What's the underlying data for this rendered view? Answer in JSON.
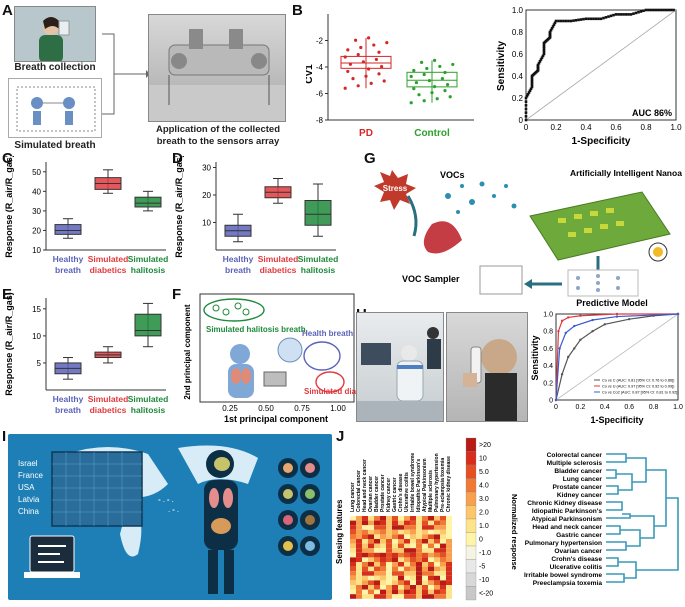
{
  "panels": {
    "A": "A",
    "B": "B",
    "C": "C",
    "D": "D",
    "E": "E",
    "F": "F",
    "G": "G",
    "H": "H",
    "I": "I",
    "J": "J"
  },
  "panelA": {
    "breath_collection": "Breath collection",
    "simulated_breath": "Simulated breath",
    "application": "Application of the collected",
    "application2": "breath to the sensors array"
  },
  "panelB": {
    "ylabel": "CV1",
    "yticks": [
      "-2",
      "-4",
      "-6",
      "-8"
    ],
    "groups": [
      "PD",
      "Control"
    ],
    "group_colors": [
      "#d62728",
      "#2ca02c"
    ],
    "roc_ylabel": "Sensitivity",
    "roc_xlabel": "1-Specificity",
    "roc_ticks": [
      "0",
      "0.2",
      "0.4",
      "0.6",
      "0.8",
      "1.0"
    ],
    "roc_yticks": [
      "0",
      "0.2",
      "0.4",
      "0.6",
      "0.8",
      "1.0"
    ],
    "auc": "AUC 86%"
  },
  "response_ylabel": "Response (R",
  "response_ylabel_full": "Response (R_air/R_gas)",
  "panelC": {
    "yticks": [
      "50",
      "40",
      "30",
      "20",
      "10"
    ],
    "cats": [
      "Healthy breath",
      "Simulated diabetics",
      "Simulated halitosis"
    ]
  },
  "panelD": {
    "yticks": [
      "30",
      "20",
      "10"
    ],
    "cats": [
      "Healthy breath",
      "Simulated diabetics",
      "Simulated halitosis"
    ]
  },
  "panelE": {
    "yticks": [
      "15",
      "10",
      "5"
    ],
    "cats": [
      "Healthy breath",
      "Simulated diabetics",
      "Simulated halitosis"
    ]
  },
  "panelF": {
    "ylabel": "2nd principal component",
    "xlabel": "1st principal component",
    "xticks": [
      "0.25",
      "0.50",
      "0.75",
      "1.00"
    ],
    "halitosis": "Simulated halitosis breath",
    "health": "Health breath",
    "diabetics": "Simulated diabetics breath"
  },
  "panelG": {
    "stress": "Stress",
    "vocs": "VOCs",
    "nanoarray": "Artificially Intelligent Nanoarray",
    "sampler": "VOC Sampler",
    "model": "Predictive Model"
  },
  "panelH": {
    "ylabel": "Sensitivity",
    "xlabel": "1-Specificity",
    "ticks": [
      "0",
      "0.2",
      "0.4",
      "0.6",
      "0.8",
      "1.0"
    ],
    "legend": [
      "Co vs C (AUC: 0.81 [95% CI: 0.76 to 0.86])",
      "Co vs U (AUC: 0.97 [95% CI: 0.92 to 0.99])",
      "Co vs Co2 (AUC: 0.87 [95% CI: 0.81 to 0.92])"
    ]
  },
  "panelI": {
    "countries": [
      "Israel",
      "France",
      "USA",
      "Latvia",
      "China"
    ]
  },
  "panelJ": {
    "ylabel": "Sensing features",
    "cbar_label": "Normalized response",
    "cbar_ticks": [
      ">20",
      "10",
      "5.0",
      "4.0",
      "3.0",
      "2.0",
      "1.0",
      "0",
      "-1.0",
      "-5",
      "-10",
      "<-20"
    ],
    "columns": [
      "Lung cancer",
      "Colorectal cancer",
      "Head and neck cancer",
      "Ovarian cancer",
      "Bladder cancer",
      "Prostate cancer",
      "Kidney cancer",
      "Gastric cancer",
      "Crohn's disease",
      "Ulcerative colitis",
      "Irritable bowel syndrome",
      "Idiopathic Parkinson's",
      "Atypical Parkinsonism",
      "Multiple sclerosis",
      "Pulmonary hypertension",
      "Pre-eclampsia toxemia",
      "Chronic kidney disease"
    ],
    "dendro_labels": [
      "Colorectal cancer",
      "Multiple sclerosis",
      "Bladder cancer",
      "Lung cancer",
      "Prostate cancer",
      "Kidney cancer",
      "Chronic Kidney disease",
      "Idiopathic Parkinson's",
      "Atypical Parkinsonism",
      "Head and neck cancer",
      "Gastric cancer",
      "Pulmonary hypertension",
      "Ovarian cancer",
      "Crohn's disease",
      "Ulcerative colitis",
      "Irritable bowel syndrome",
      "Preeclampsia toxemia"
    ]
  },
  "colors": {
    "healthy": "#5b63b8",
    "diabetic": "#e0393e",
    "halitosis": "#1e8a3c",
    "dendro": "#3a9ab8"
  },
  "chart_data": [
    {
      "type": "box",
      "panel": "B",
      "categories": [
        "PD",
        "Control"
      ],
      "ylabel": "CV1",
      "ylim": [
        -8,
        0
      ],
      "series": [
        {
          "name": "PD",
          "median": -3.7,
          "q1": -4.1,
          "q3": -3.2,
          "min": -5.6,
          "max": -1.8
        },
        {
          "name": "Control",
          "median": -5.0,
          "q1": -5.5,
          "q3": -4.4,
          "min": -6.7,
          "max": -3.5
        }
      ]
    },
    {
      "type": "line",
      "panel": "B-ROC",
      "xlabel": "1-Specificity",
      "ylabel": "Sensitivity",
      "xlim": [
        0,
        1
      ],
      "ylim": [
        0,
        1
      ],
      "x": [
        0,
        0,
        0.04,
        0.04,
        0.08,
        0.08,
        0.12,
        0.12,
        0.16,
        0.16,
        0.2,
        0.3,
        0.4,
        0.5,
        0.6,
        0.7,
        0.8,
        0.9,
        1.0
      ],
      "y": [
        0,
        0.2,
        0.3,
        0.4,
        0.45,
        0.5,
        0.6,
        0.7,
        0.75,
        0.8,
        0.9,
        0.9,
        0.92,
        0.92,
        0.96,
        0.96,
        1,
        1,
        1
      ]
    },
    {
      "type": "box",
      "panel": "C",
      "categories": [
        "Healthy breath",
        "Simulated diabetics",
        "Simulated halitosis"
      ],
      "ylim": [
        10,
        55
      ],
      "series": [
        {
          "median": 20,
          "q1": 18,
          "q3": 23,
          "min": 16,
          "max": 26
        },
        {
          "median": 44,
          "q1": 41,
          "q3": 47,
          "min": 39,
          "max": 51
        },
        {
          "median": 34,
          "q1": 32,
          "q3": 37,
          "min": 30,
          "max": 40
        }
      ]
    },
    {
      "type": "box",
      "panel": "D",
      "categories": [
        "Healthy breath",
        "Simulated diabetics",
        "Simulated halitosis"
      ],
      "ylim": [
        0,
        32
      ],
      "series": [
        {
          "median": 7,
          "q1": 5,
          "q3": 9,
          "min": 3,
          "max": 13
        },
        {
          "median": 21,
          "q1": 19,
          "q3": 23,
          "min": 17,
          "max": 26
        },
        {
          "median": 13,
          "q1": 9,
          "q3": 18,
          "min": 5,
          "max": 24
        }
      ]
    },
    {
      "type": "box",
      "panel": "E",
      "categories": [
        "Healthy breath",
        "Simulated diabetics",
        "Simulated halitosis"
      ],
      "ylim": [
        0,
        17
      ],
      "series": [
        {
          "median": 4,
          "q1": 3,
          "q3": 5,
          "min": 2,
          "max": 6
        },
        {
          "median": 6.5,
          "q1": 6,
          "q3": 7,
          "min": 5,
          "max": 8
        },
        {
          "median": 11,
          "q1": 10,
          "q3": 14,
          "min": 8,
          "max": 16
        }
      ]
    },
    {
      "type": "line",
      "panel": "H",
      "xlabel": "1-Specificity",
      "ylabel": "Sensitivity",
      "xlim": [
        0,
        1
      ],
      "ylim": [
        0,
        1
      ],
      "series": [
        {
          "name": "Co vs C",
          "color": "#555555",
          "x": [
            0,
            0.05,
            0.1,
            0.15,
            0.2,
            0.3,
            0.4,
            0.6,
            0.8,
            1
          ],
          "y": [
            0,
            0.3,
            0.5,
            0.6,
            0.7,
            0.8,
            0.88,
            0.94,
            0.98,
            1
          ]
        },
        {
          "name": "Co vs U",
          "color": "#e0393e",
          "x": [
            0,
            0.02,
            0.05,
            0.1,
            0.2,
            0.5,
            1
          ],
          "y": [
            0,
            0.8,
            0.92,
            0.96,
            0.98,
            1,
            1
          ]
        },
        {
          "name": "Co vs Co2",
          "color": "#3a5bd0",
          "x": [
            0,
            0.03,
            0.08,
            0.15,
            0.3,
            0.5,
            1
          ],
          "y": [
            0,
            0.6,
            0.78,
            0.86,
            0.93,
            0.97,
            1
          ]
        }
      ]
    }
  ]
}
